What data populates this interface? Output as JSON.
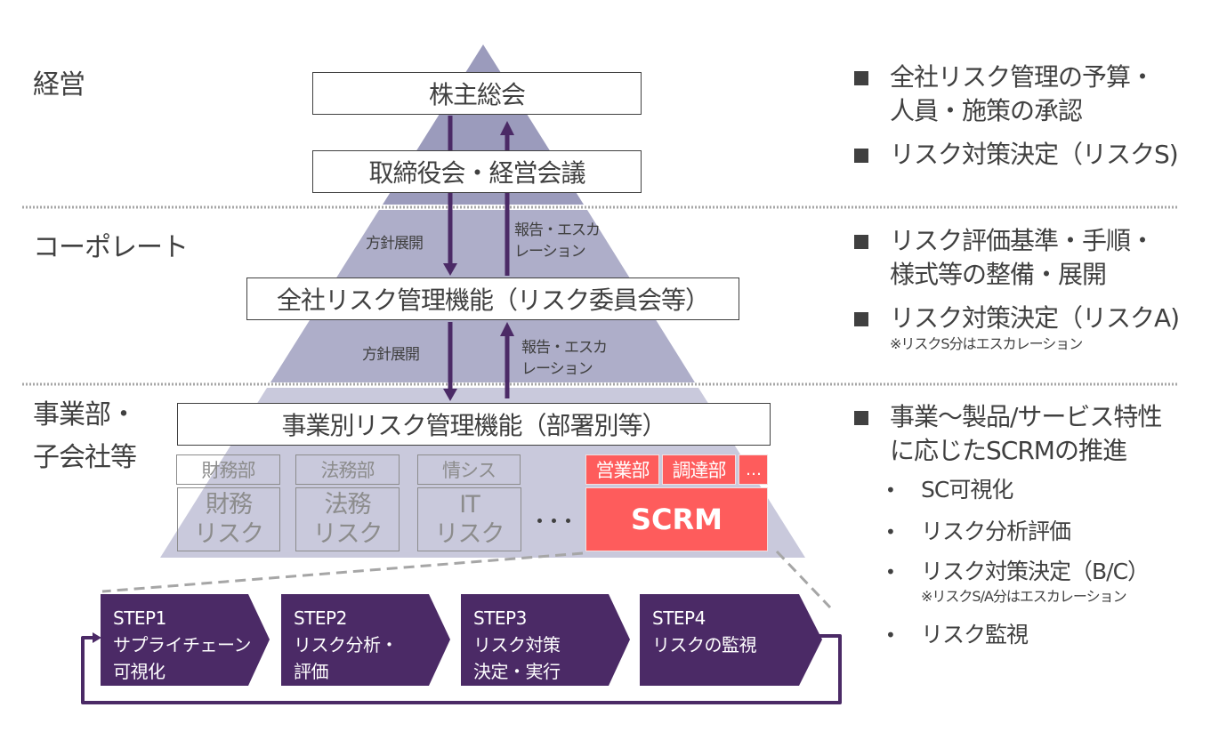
{
  "tiers": [
    {
      "label": "経営"
    },
    {
      "label": "コーポレート"
    },
    {
      "label_lines": [
        "事業部・",
        "子会社等"
      ]
    }
  ],
  "pyramid": {
    "colors": {
      "top": "#9b9bbc",
      "middle": "#aeaec9",
      "bottom": "#c9c9dc"
    },
    "boxes": {
      "shareholders": "株主総会",
      "board": "取締役会・経営会議",
      "corporate_risk": "全社リスク管理機能（リスク委員会等）",
      "business_risk": "事業別リスク管理機能（部署別等）"
    },
    "arrows": {
      "down_label": "方針展開",
      "up_label_lines": [
        "報告・エスカ",
        "レーション"
      ]
    },
    "departments": [
      {
        "head": "財務部",
        "body_lines": [
          "財務",
          "リスク"
        ]
      },
      {
        "head": "法務部",
        "body_lines": [
          "法務",
          "リスク"
        ]
      },
      {
        "head": "情シス",
        "body_lines": [
          "IT",
          "リスク"
        ]
      }
    ],
    "ellipsis": "…",
    "scrm": {
      "heads": [
        "営業部",
        "調達部",
        "…"
      ],
      "label": "SCRM",
      "color": "#fe5c5c"
    }
  },
  "steps": {
    "color": "#4b2a66",
    "items": [
      {
        "title": "STEP1",
        "lines": [
          "サプライチェーン",
          "可視化"
        ]
      },
      {
        "title": "STEP2",
        "lines": [
          "リスク分析・",
          "評価"
        ]
      },
      {
        "title": "STEP3",
        "lines": [
          "リスク対策",
          "決定・実行"
        ]
      },
      {
        "title": "STEP4",
        "lines": [
          "リスクの監視"
        ]
      }
    ]
  },
  "right_panel": {
    "management": [
      {
        "lines": [
          "全社リスク管理の予算・",
          "人員・施策の承認"
        ]
      },
      {
        "lines": [
          "リスク対策決定（リスクS)"
        ]
      }
    ],
    "corporate": [
      {
        "lines": [
          "リスク評価基準・手順・",
          "様式等の整備・展開"
        ]
      },
      {
        "lines": [
          "リスク対策決定（リスクA)"
        ],
        "note": "※リスクS分はエスカレーション"
      }
    ],
    "business": {
      "lines": [
        "事業～製品/サービス特性",
        "に応じたSCRMの推進"
      ],
      "sub_items": [
        {
          "text": "SC可視化"
        },
        {
          "text": "リスク分析評価"
        },
        {
          "text": "リスク対策決定（B/C）",
          "note": "※リスクS/A分はエスカレーション"
        },
        {
          "text": "リスク監視"
        }
      ]
    }
  }
}
